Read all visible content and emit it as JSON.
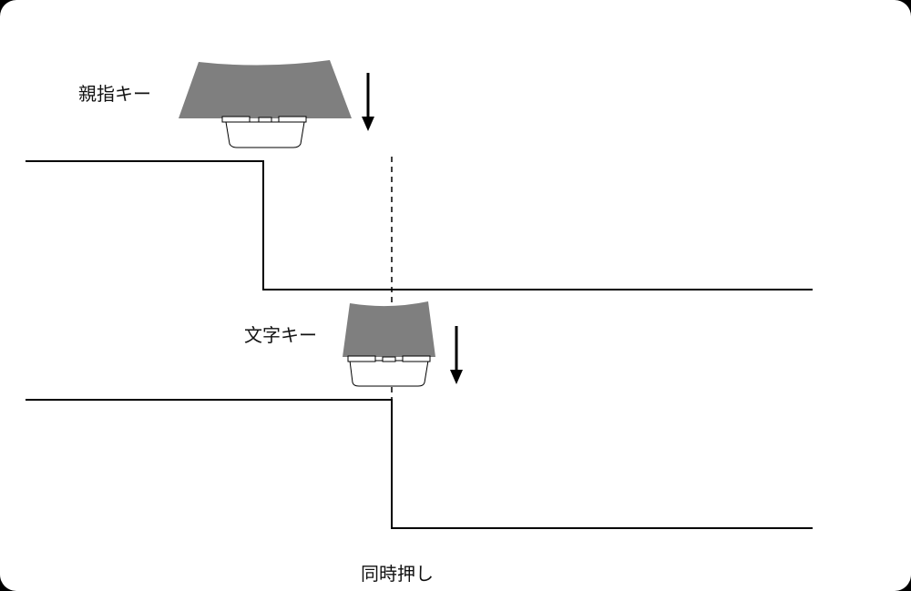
{
  "labels": {
    "thumb_key": "親指キー",
    "char_key": "文字キー",
    "simultaneous": "同時押し"
  },
  "colors": {
    "background": "#ffffff",
    "keycap": "#7f7f7f",
    "line": "#000000"
  },
  "icons": {
    "press_arrow": "down-arrow-icon"
  }
}
